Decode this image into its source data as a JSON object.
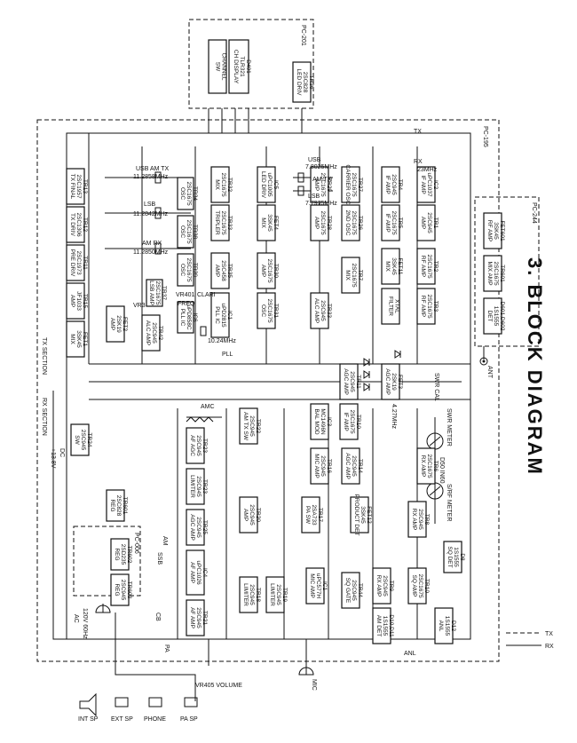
{
  "title": "3. BLOCK DIAGRAM",
  "boards": {
    "pc201": "PC-201",
    "pc195": "PC-195",
    "pc244": "PC-244",
    "pc006": "PC-006",
    "tx_section": "TX SECTION",
    "rx_section": "RX SECTION"
  },
  "legend": {
    "tx": "TX",
    "rx": "RX"
  },
  "blocks": [
    {
      "id": "d401",
      "lines": [
        "D401",
        "TLR321",
        "CH DISPLAY"
      ]
    },
    {
      "id": "channel_sw",
      "lines": [
        "CHANNEL",
        "SW"
      ]
    },
    {
      "id": "tr36",
      "lines": [
        "TR36",
        "2SC828",
        "LED DRIV"
      ]
    },
    {
      "id": "tr13",
      "lines": [
        "TR13",
        "2SC1957",
        "TX FINAL"
      ]
    },
    {
      "id": "tr12",
      "lines": [
        "TR12",
        "2SC1306",
        "TX DRIV"
      ]
    },
    {
      "id": "tr11",
      "lines": [
        "TR11",
        "2SC1973",
        "PRE DRIV"
      ]
    },
    {
      "id": "tr15",
      "lines": [
        "TR15",
        "JF1033",
        "AMP"
      ]
    },
    {
      "id": "fet1",
      "lines": [
        "FET1",
        "3SK45",
        "MIX"
      ]
    },
    {
      "id": "tr34",
      "lines": [
        "TR34",
        "2SC1675",
        "OSC"
      ]
    },
    {
      "id": "tr38",
      "lines": [
        "TR38",
        "2SC1675",
        "OSC"
      ]
    },
    {
      "id": "tr39",
      "lines": [
        "TR39",
        "2SC1675",
        "OSC"
      ]
    },
    {
      "id": "tr37",
      "lines": [
        "TR37",
        "2SC1675",
        "LSB AMP"
      ]
    },
    {
      "id": "fet2",
      "lines": [
        "FET2",
        "2SK19",
        "AMP"
      ]
    },
    {
      "id": "tr32",
      "lines": [
        "TR32",
        "2SC1675",
        "MIX"
      ]
    },
    {
      "id": "tr33",
      "lines": [
        "TR33",
        "2SC1675",
        "TRIPLER"
      ]
    },
    {
      "id": "tr35",
      "lines": [
        "TR35",
        "2SC458",
        "AMP"
      ]
    },
    {
      "id": "ic5",
      "lines": [
        "IC5",
        "uPC1005",
        "LED DRIV"
      ]
    },
    {
      "id": "fet4",
      "lines": [
        "FET4",
        "3SK45",
        "MIX"
      ]
    },
    {
      "id": "tr30",
      "lines": [
        "TR30",
        "2SC1675",
        "AMP"
      ]
    },
    {
      "id": "tr31",
      "lines": [
        "TR31",
        "2SC1675",
        "OSC"
      ]
    },
    {
      "id": "ic6",
      "lines": [
        "IC6",
        "uPD858C",
        "PLL IC"
      ]
    },
    {
      "id": "ic1",
      "lines": [
        "IC1",
        "uPD2815",
        "PLL IC"
      ]
    },
    {
      "id": "tr29",
      "lines": [
        "TR29",
        "2SC1675",
        "AMP"
      ]
    },
    {
      "id": "tr28",
      "lines": [
        "TR28",
        "2SC1675",
        "AMP"
      ]
    },
    {
      "id": "tr27",
      "lines": [
        "TR27",
        "2SC1675",
        "CARRIER OSC"
      ]
    },
    {
      "id": "tr26",
      "lines": [
        "TR26",
        "2SC1675",
        "2ND OSC"
      ]
    },
    {
      "id": "tr33b",
      "lines": [
        "TR33",
        "2SC945",
        "ALC AMP"
      ]
    },
    {
      "id": "tr7",
      "lines": [
        "TR7",
        "2SC1675",
        "MIX"
      ]
    },
    {
      "id": "tr4",
      "lines": [
        "TR4",
        "2SC945",
        "IF AMP"
      ]
    },
    {
      "id": "tr5",
      "lines": [
        "TR5",
        "2SC1675",
        "IF AMP"
      ]
    },
    {
      "id": "fet11",
      "lines": [
        "FET11",
        "3SK45",
        "MIX"
      ]
    },
    {
      "id": "tr1",
      "lines": [
        "TR1",
        "2SC945",
        "AMP"
      ]
    },
    {
      "id": "tr2",
      "lines": [
        "TR2",
        "2SC1675",
        "RF AMP"
      ]
    },
    {
      "id": "tr3",
      "lines": [
        "TR3",
        "2SC1675",
        "RF AMP"
      ]
    },
    {
      "id": "ic2",
      "lines": [
        "IC2",
        "uPC1037",
        "IF AMP"
      ]
    },
    {
      "id": "xtal_filter",
      "lines": [
        "XTAL",
        "FILTER"
      ]
    },
    {
      "id": "fet601",
      "lines": [
        "FET601",
        "3SK45",
        "RF AMP"
      ]
    },
    {
      "id": "tr601",
      "lines": [
        "TR601",
        "2SC1675",
        "MIX AMP"
      ]
    },
    {
      "id": "d601",
      "lines": [
        "D601,D602",
        "1S1555",
        "DET"
      ]
    },
    {
      "id": "fet3",
      "lines": [
        "FET3",
        "2SK19",
        "AGC AMP"
      ]
    },
    {
      "id": "tr42",
      "lines": [
        "TR42",
        "2SC945",
        "ALC AMP"
      ]
    },
    {
      "id": "ic3",
      "lines": [
        "IC3",
        "MC1496N",
        "BAL MOD"
      ]
    },
    {
      "id": "tr11b",
      "lines": [
        "TR11",
        "2SC945",
        "AGC AMP"
      ]
    },
    {
      "id": "tr10",
      "lines": [
        "TR10",
        "2SC1675",
        "IF AMP"
      ]
    },
    {
      "id": "tr24",
      "lines": [
        "TR24",
        "2SC945",
        "SW"
      ]
    },
    {
      "id": "tr22",
      "lines": [
        "TR22",
        "2SC945",
        "AM TX SW"
      ]
    },
    {
      "id": "tr23",
      "lines": [
        "TR23",
        "2SC945",
        "AF AGC"
      ]
    },
    {
      "id": "tr23b",
      "lines": [
        "TR23",
        "2SC945",
        "LIMITER"
      ]
    },
    {
      "id": "tr25",
      "lines": [
        "TR25",
        "2SC945",
        "AGC AMP"
      ]
    },
    {
      "id": "ic4",
      "lines": [
        "IC4",
        "uPC1026",
        "AF AMP"
      ]
    },
    {
      "id": "tr21",
      "lines": [
        "TR21",
        "2SC945",
        "AF AMP"
      ]
    },
    {
      "id": "tr20",
      "lines": [
        "TR20",
        "2SC945",
        "AMP"
      ]
    },
    {
      "id": "tr16",
      "lines": [
        "TR16",
        "2SC945",
        "MIC AMP"
      ]
    },
    {
      "id": "tr18",
      "lines": [
        "TR18",
        "2SC945",
        "LIMITER"
      ]
    },
    {
      "id": "tr19",
      "lines": [
        "TR19",
        "2SC945",
        "LIMITER"
      ]
    },
    {
      "id": "tr17",
      "lines": [
        "TR17",
        "2SA733",
        "PA SW"
      ]
    },
    {
      "id": "tr14",
      "lines": [
        "TR14",
        "2SC945",
        "AGC AMP"
      ]
    },
    {
      "id": "ic1b",
      "lines": [
        "IC1",
        "uPC577H",
        "MIC AMP"
      ]
    },
    {
      "id": "fet12",
      "lines": [
        "FET12",
        "3SK45",
        "PRODUCT DET"
      ]
    },
    {
      "id": "tr9",
      "lines": [
        "TR9",
        "2SC945",
        "RX AMP"
      ]
    },
    {
      "id": "tr8",
      "lines": [
        "TR8",
        "2SC945",
        "RX AMP"
      ]
    },
    {
      "id": "tr6",
      "lines": [
        "TR6",
        "2SC1675",
        "RX AMP"
      ]
    },
    {
      "id": "tr10b",
      "lines": [
        "TR10",
        "2SC1675",
        "SQ AMP"
      ]
    },
    {
      "id": "d8",
      "lines": [
        "D8",
        "1S1555",
        "SQ DET"
      ]
    },
    {
      "id": "d10",
      "lines": [
        "D10,D11",
        "1S1555",
        "AM DET"
      ]
    },
    {
      "id": "tr44",
      "lines": [
        "TR44",
        "2SC945",
        "SQ GATE"
      ]
    },
    {
      "id": "d12",
      "lines": [
        "D12",
        "1S1555",
        "ANL"
      ]
    },
    {
      "id": "tr601b",
      "lines": [
        "TR601",
        "2SC828",
        "REG"
      ]
    },
    {
      "id": "tr602",
      "lines": [
        "TR602",
        "2SD235",
        "REG"
      ]
    },
    {
      "id": "tr603",
      "lines": [
        "TR603",
        "2SC945",
        "REG"
      ]
    }
  ],
  "labels": {
    "usb_am_tx": "USB AM TX",
    "usb_am_tx_freq": "11.2858MHz",
    "lsb": "LSB",
    "lsb_freq": "11.2842MHz",
    "am_rx": "AM RX",
    "am_rx_freq": "11.2850MHz",
    "usb_freq_label": "USB",
    "usb_freq": "7.8025MHz",
    "am_tx_label": "AM TX",
    "lsb_freq_label": "LSB",
    "lsb_freq2": "7.7975MHz",
    "mhz23": "23MHz",
    "ref_10": "10.24MHz",
    "pll": "PLL",
    "vr401": "VR401",
    "clari": "CLARI",
    "vr3": "VR3",
    "freq": "FREQ",
    "ant": "ANT",
    "swr_cal": "SWR CAL",
    "swr_meter": "SWR METER",
    "s_rf_meter": "S/RF METER",
    "d50": "D50 IN60",
    "dc": "DC",
    "v138": "+13.8V",
    "ac": "AC",
    "ac_spec": "120V 60Hz",
    "anl": "ANL",
    "amc": "AMC",
    "ssb": "SSB",
    "am": "AM",
    "cb": "CB",
    "pa": "PA",
    "volume": "VR405 VOLUME",
    "mic": "MIC",
    "tx": "TX",
    "rx": "RX",
    "mhz_4": "4.27MHz"
  },
  "jacks": {
    "int_sp": "INT SP",
    "ext_sp": "EXT SP",
    "phone": "PHONE",
    "pa_sp": "PA SP"
  }
}
